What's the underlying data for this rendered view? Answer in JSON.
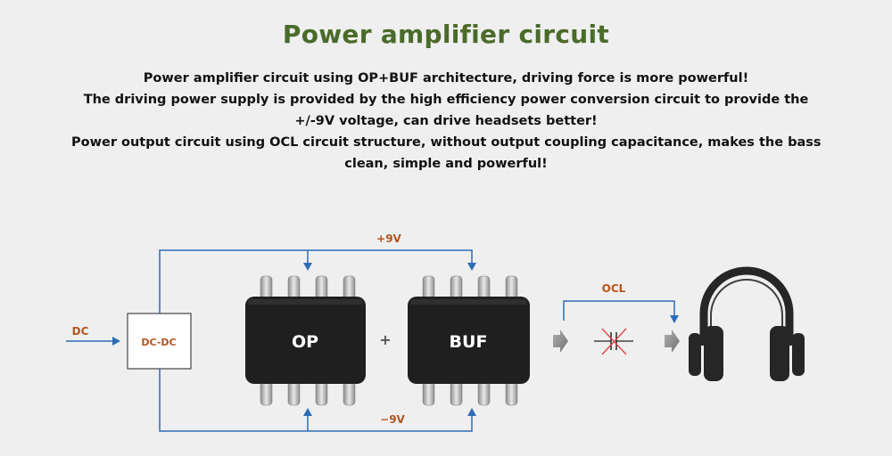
{
  "title": "Power amplifier circuit",
  "description": [
    "Power amplifier circuit using OP+BUF architecture, driving force is more powerful!",
    "The driving power supply is provided by the high efficiency power conversion circuit to provide the",
    "+/-9V voltage, can drive  headsets better!",
    "Power output circuit using OCL circuit structure, without output coupling capacitance, makes the bass",
    "clean, simple and powerful!"
  ],
  "diagram": {
    "dc_label": "DC",
    "dcdc_label": "DC-DC",
    "positive_rail": "+9V",
    "negative_rail": "−9V",
    "op_label": "OP",
    "plus": "+",
    "buf_label": "BUF",
    "ocl_label": "OCL",
    "colors": {
      "wire": "#2e6db5",
      "label_orange": "#b5551d",
      "chip": "#1f1f1f",
      "headphone": "#262626",
      "arrow_gray": "#8a8a8a",
      "cross": "#e04040"
    },
    "icons": [
      "op-chip-icon",
      "buf-chip-icon",
      "capacitor-crossed-icon",
      "headphones-icon"
    ]
  }
}
